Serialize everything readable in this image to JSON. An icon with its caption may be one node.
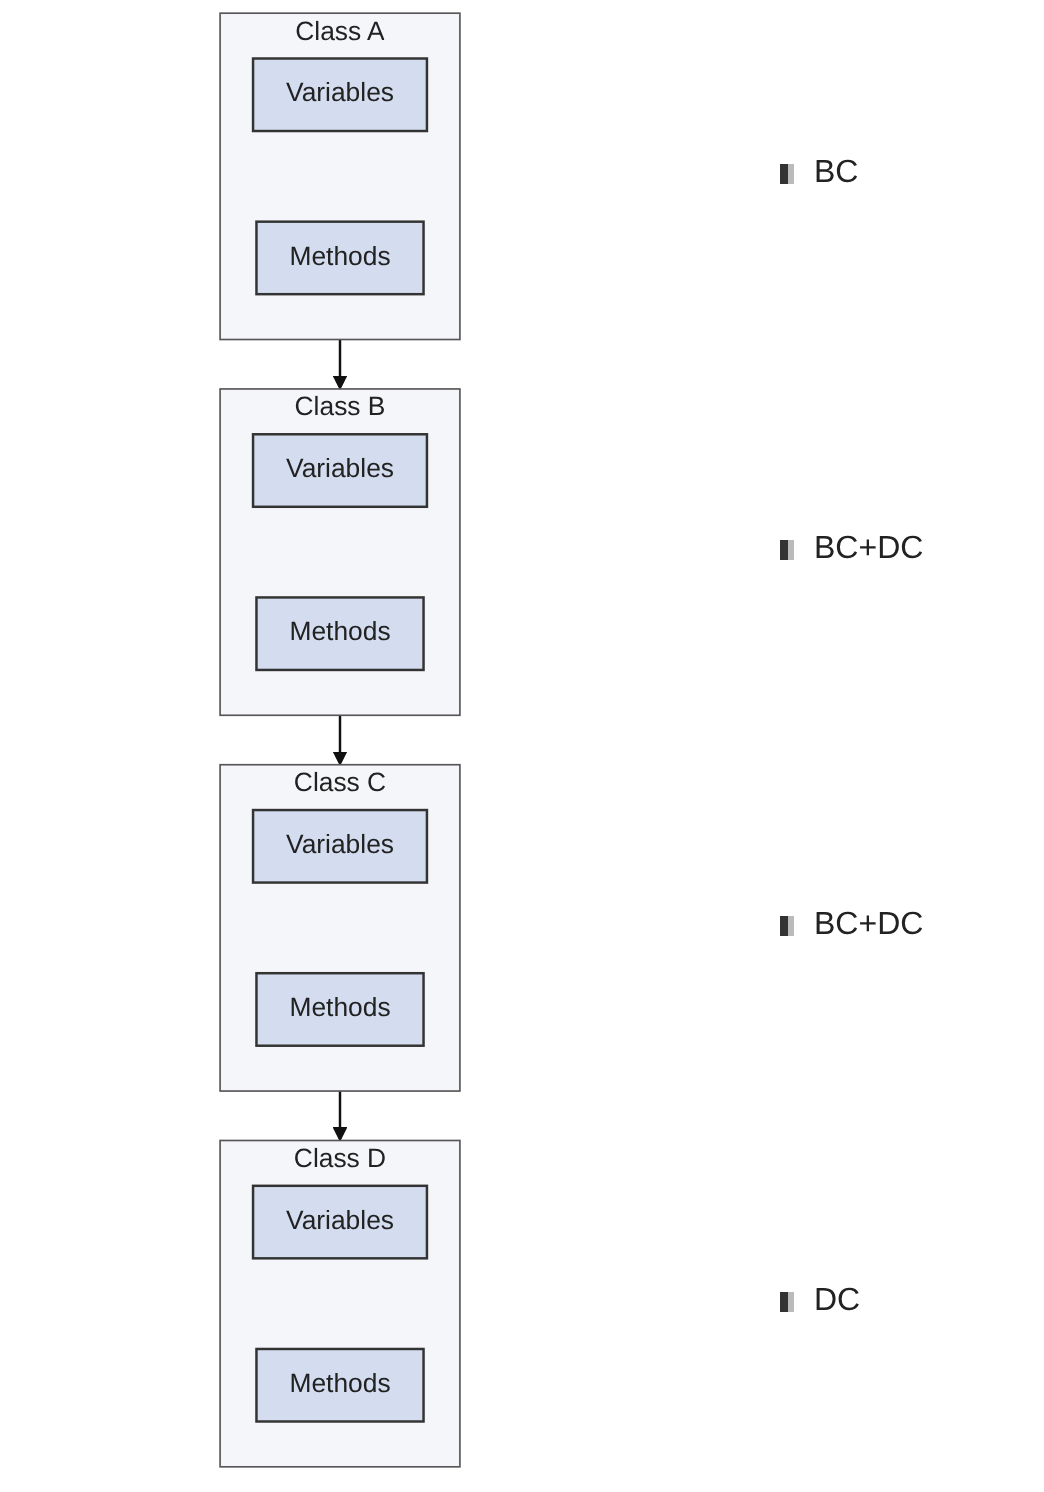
{
  "diagram": {
    "nodes": [
      {
        "text": [
          "Class A"
        ]
      },
      {
        "text": [
          "Variables"
        ],
        "in": 0
      },
      {
        "text": [
          "Methods"
        ],
        "in": 0
      },
      {
        "text": [
          "Class B"
        ]
      },
      {
        "text": [
          "Variables"
        ],
        "in": 3
      },
      {
        "text": [
          "Methods"
        ],
        "in": 3
      },
      {
        "text": [
          "Class C"
        ]
      },
      {
        "text": [
          "Variables"
        ],
        "in": 6
      },
      {
        "text": [
          "Methods"
        ],
        "in": 6
      },
      {
        "text": [
          "Class D"
        ]
      },
      {
        "text": [
          "Variables"
        ],
        "in": 9
      },
      {
        "text": [
          "Methods"
        ],
        "in": 9
      }
    ],
    "edges": [
      {
        "from": 0,
        "to": 3,
        "arrow": "to"
      },
      {
        "from": 3,
        "to": 6,
        "arrow": "to"
      },
      {
        "from": 6,
        "to": 9,
        "arrow": "to"
      }
    ],
    "labels": [
      "BC",
      "BC+DC",
      "BC+DC",
      "DC"
    ]
  }
}
